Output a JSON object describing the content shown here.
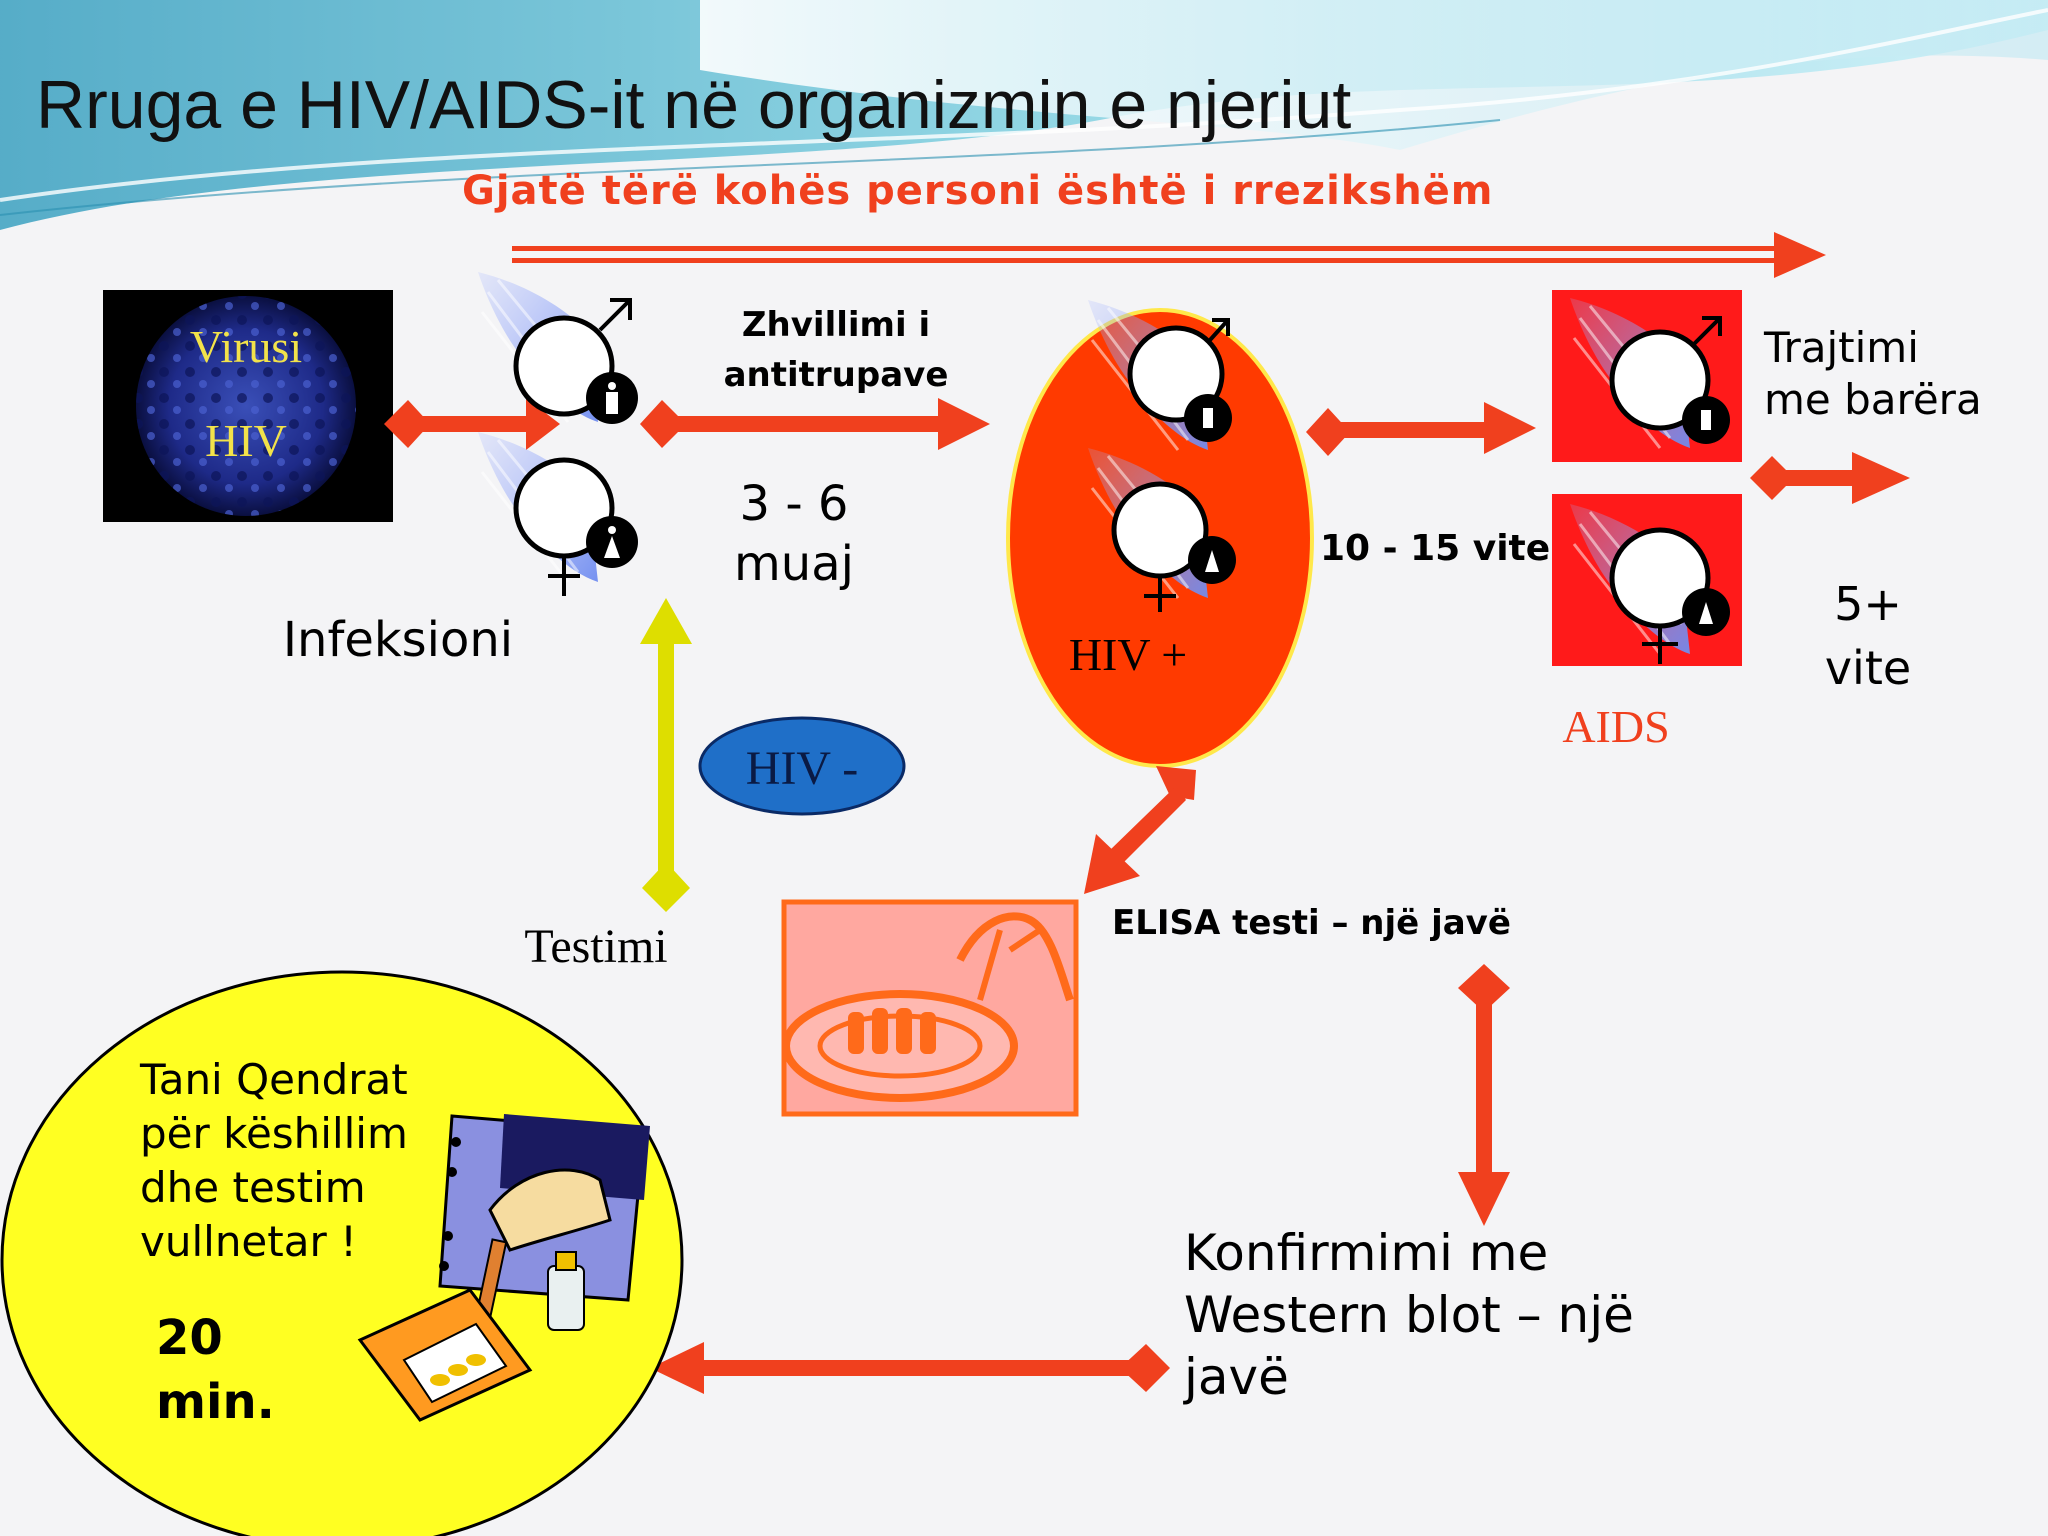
{
  "title": "Rruga e HIV/AIDS-it në organizmin e njeriut",
  "subtitle": "Gjatë tërë kohës personi është i rrezikshëm",
  "virus_box": {
    "line1": "Virusi",
    "line2": "HIV"
  },
  "infection_label": "Infeksioni",
  "antibody": {
    "line1": "Zhvillimi i",
    "line2": "antitrupave"
  },
  "window_period": {
    "line1": "3 - 6",
    "line2": "muaj"
  },
  "hiv_positive_label": "HIV +",
  "hiv_negative_label": "HIV -",
  "latency_label": "10 - 15 vite",
  "aids_label": "AIDS",
  "treatment": {
    "line1": "Trajtimi",
    "line2": "me barëra"
  },
  "survival": {
    "line1": "5+",
    "line2": "vite"
  },
  "testing_label": "Testimi",
  "elisa_label": "ELISA testi – një javë",
  "western_blot": {
    "line1": "Konfirmimi me",
    "line2": "Western blot – një",
    "line3": "javë"
  },
  "centers": {
    "line1": "Tani Qendrat",
    "line2": "për këshillim",
    "line3": "dhe testim",
    "line4": "vullnetar !"
  },
  "rapid_test": {
    "line1": "20",
    "line2": "min."
  },
  "icons": [
    "male-symbol-icon",
    "female-symbol-icon",
    "man-figure-icon",
    "woman-figure-icon",
    "virus-icon",
    "lab-dish-icon",
    "test-kit-icon"
  ],
  "colors": {
    "arrow_red": "#f0401e",
    "hiv_oval": "#ff3a00",
    "aids_box": "#ff1a1a",
    "yellow": "#ffff22",
    "blue_oval": "#1f6fc8"
  }
}
